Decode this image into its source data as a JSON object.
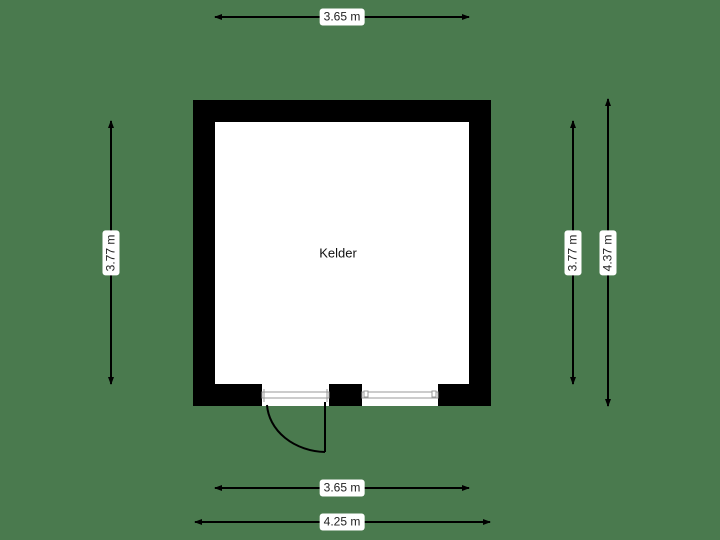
{
  "floorplan": {
    "room": {
      "name": "Kelder"
    },
    "colors": {
      "background": "#4a7a4e",
      "wall": "#000000",
      "floor": "#ffffff"
    },
    "dimensions": {
      "top_width": "3.65 m",
      "bottom_inner_width": "3.65 m",
      "bottom_outer_width": "4.25 m",
      "left_height": "3.77 m",
      "right_inner_height": "3.77 m",
      "right_outer_height": "4.37 m"
    }
  }
}
